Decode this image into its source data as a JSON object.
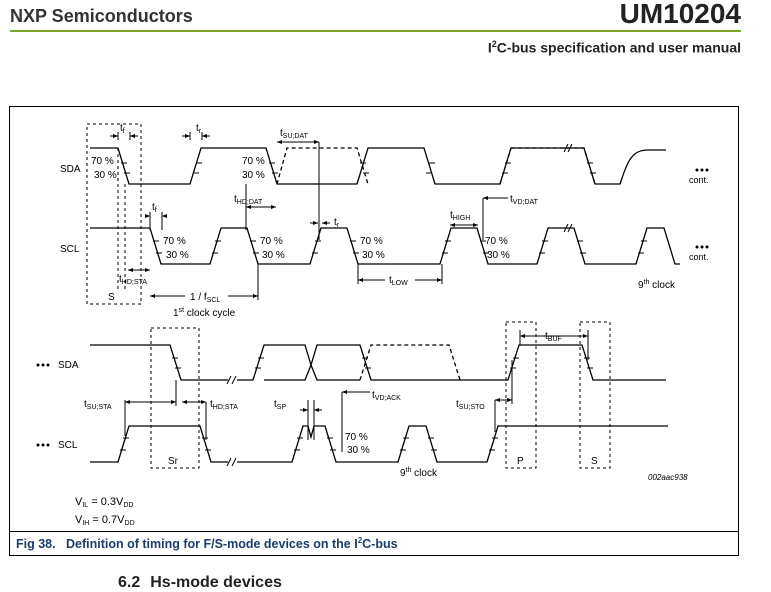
{
  "header": {
    "company": "NXP Semiconductors",
    "doc_id": "UM10204",
    "sup": "2",
    "doc_subtitle_pre": "I",
    "doc_subtitle_post": "C-bus specification and user manual"
  },
  "diagram": {
    "upper": {
      "sda_label": "SDA",
      "scl_label": "SCL",
      "cont": "cont.",
      "pct70": "70 %",
      "pct30": "30 %",
      "t": "t",
      "f": "f",
      "r": "r",
      "su_dat": "SU;DAT",
      "hd_dat": "HD;DAT",
      "hd_sta": "HD;STA",
      "high": "HIGH",
      "low": "LOW",
      "vd_dat": "VD;DAT",
      "s_box": "S",
      "period_pre": "1 / f",
      "period_sub": "SCL",
      "first_sup": "st",
      "first_num": "1",
      "clock_cycle": " clock cycle",
      "ninth_num": "9",
      "ninth_sup": "th",
      "ninth_clock": " clock"
    },
    "lower": {
      "sda_label": "SDA",
      "scl_label": "SCL",
      "su_sta": "SU;STA",
      "hd_sta": "HD;STA",
      "sp": "SP",
      "vd_ack": "VD;ACK",
      "su_sto": "SU;STO",
      "buf": "BUF",
      "sr_box": "Sr",
      "p_box": "P",
      "s_box": "S",
      "ninth_num": "9",
      "ninth_sup": "th",
      "ninth_clock": " clock",
      "code": "002aac938"
    },
    "notes": {
      "vil_v": "V",
      "vil_sub": "IL",
      "vil_eq": " = 0.3V",
      "vdd_sub": "DD",
      "vih_v": "V",
      "vih_sub": "IH",
      "vih_eq": " = 0.7V"
    }
  },
  "caption": {
    "label": "Fig 38.",
    "text_pre": "Definition of timing for F/S-mode devices on the I",
    "sup": "2",
    "text_post": "C-bus"
  },
  "section": {
    "number": "6.2",
    "title": "Hs-mode devices"
  }
}
